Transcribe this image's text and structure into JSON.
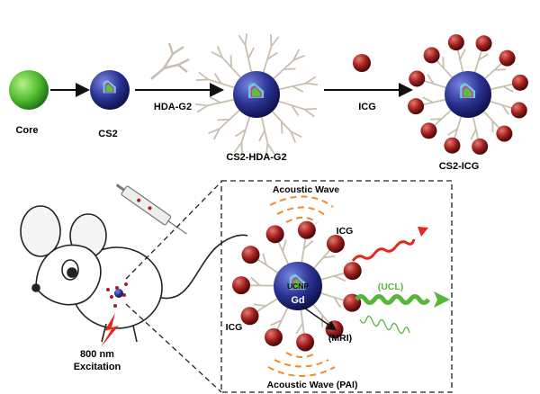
{
  "top": {
    "core_label": "Core",
    "cs2_label": "CS2",
    "hda_label": "HDA-G2",
    "cs2_hda_label": "CS2-HDA-G2",
    "icg_label": "ICG",
    "cs2_icg_label": "CS2-ICG"
  },
  "bottom": {
    "excitation_line1": "800 nm",
    "excitation_line2": "Excitation",
    "acoustic_top": "Acoustic Wave",
    "acoustic_bottom": "Acoustic Wave (PAI)",
    "icg_top": "ICG",
    "icg_left": "ICG",
    "ucnp": "UCNP",
    "gd": "Gd",
    "ucl": "(UCL)",
    "mri": "(MRI)"
  },
  "colors": {
    "core": "#5bbf3a",
    "shell": "#2a2f8a",
    "icg": "#a3201f",
    "branch": "#c9bfb0",
    "red_wave": "#e8261e",
    "green_wave": "#56b63a",
    "acoustic": "#f08a2a"
  }
}
